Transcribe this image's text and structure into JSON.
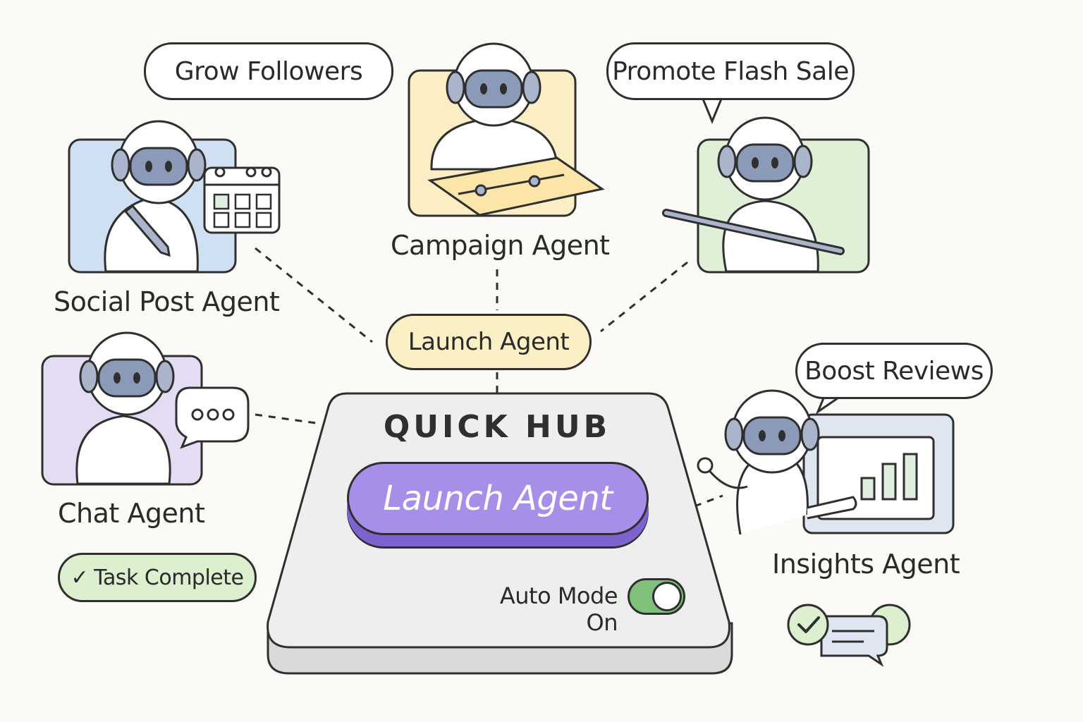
{
  "hub": {
    "title": "QUICK HUB",
    "launch_button": "Launch Agent",
    "auto_mode_line1": "Auto Mode",
    "auto_mode_line2": "On",
    "auto_mode_enabled": true
  },
  "connector_pill": "Launch Agent",
  "agents": {
    "social": {
      "name": "Social Post Agent",
      "bubble": "Grow Followers",
      "color": "#cfe0f2"
    },
    "campaign": {
      "name": "Campaign Agent",
      "color": "#fbedc4"
    },
    "promo": {
      "bubble": "Promote Flash Sale",
      "color": "#dff0d6"
    },
    "chat": {
      "name": "Chat Agent",
      "color": "#e3dcf3",
      "status": "Task Complete",
      "status_icon": "check-icon"
    },
    "insights": {
      "name": "Insights Agent",
      "bubble": "Boost Reviews",
      "color": "#dfe6f2"
    }
  },
  "colors": {
    "accent": "#a78ee8",
    "toggle_on": "#7fc07a",
    "robot_visor": "#8c9ab9",
    "outline": "#2f2f2f"
  }
}
